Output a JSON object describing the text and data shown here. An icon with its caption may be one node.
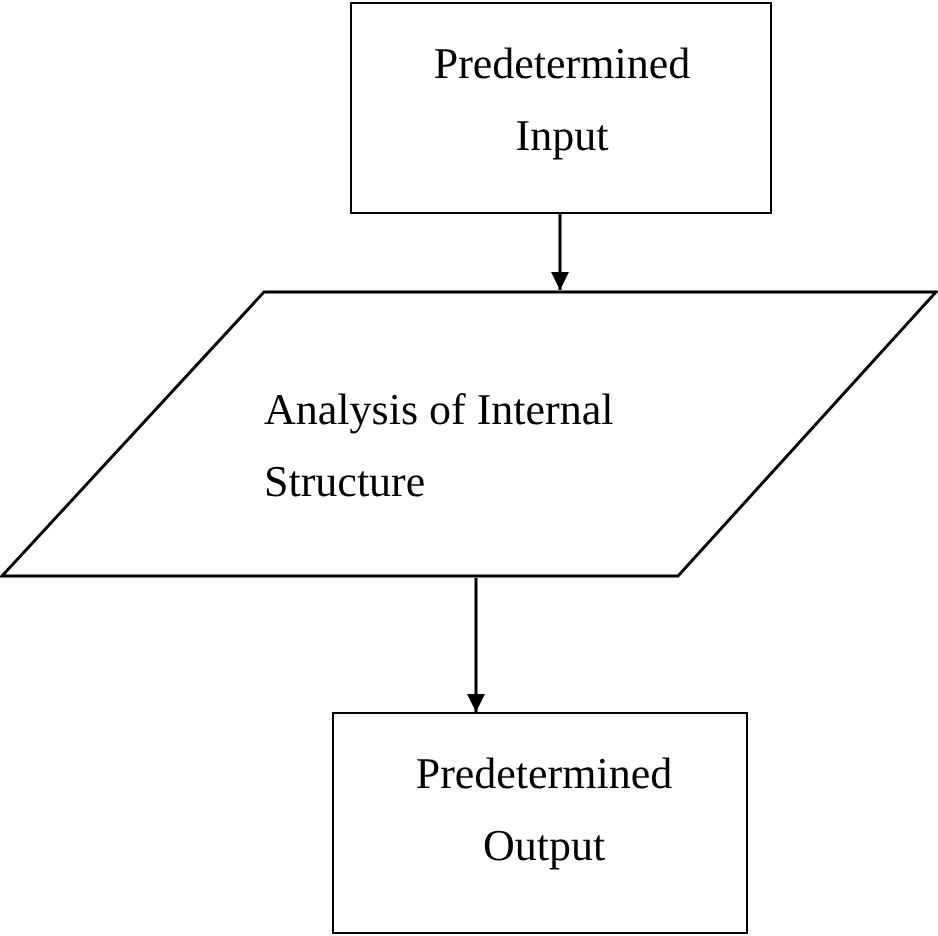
{
  "diagram": {
    "nodes": [
      {
        "text": [
          "Predetermined Input"
        ]
      },
      {
        "text": [
          "Analysis of Internal Structure"
        ]
      },
      {
        "text": [
          "Predetermined Output"
        ]
      }
    ],
    "edges": [
      {
        "from": 0,
        "to": 1,
        "arrow": "to"
      },
      {
        "from": 1,
        "to": 2,
        "arrow": "to"
      }
    ]
  }
}
